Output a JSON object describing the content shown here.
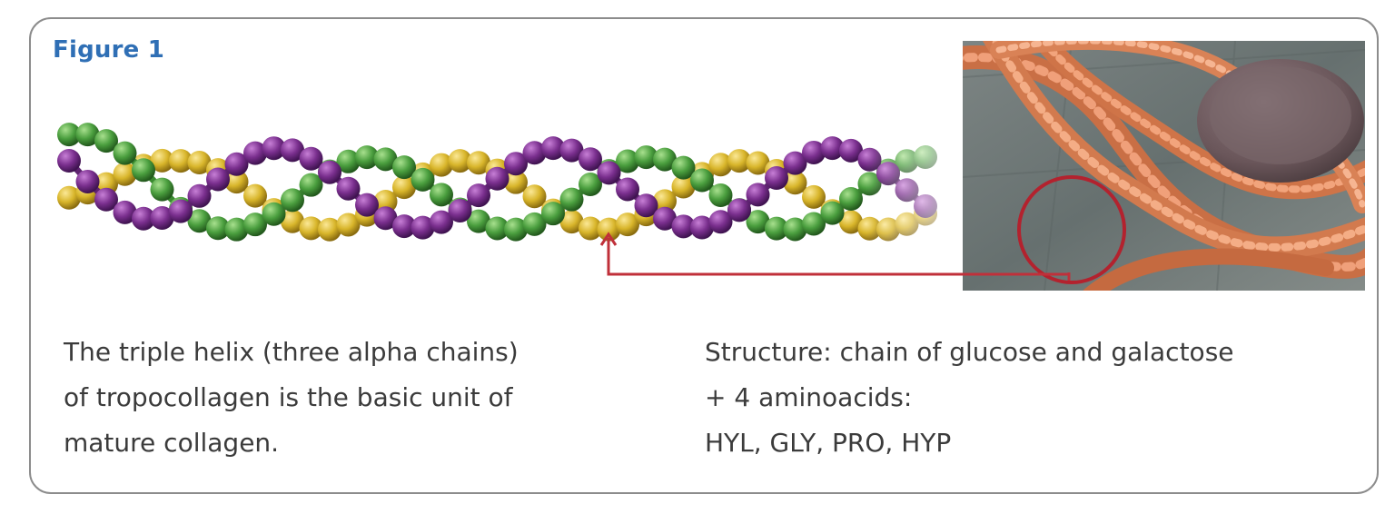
{
  "figure_label": "Figure 1",
  "caption_left": [
    "The triple helix (three alpha chains)",
    "of tropocollagen is the basic unit of",
    "mature collagen."
  ],
  "caption_right": [
    "Structure: chain of glucose and galactose",
    "+ 4 aminoacids:",
    "HYL, GLY, PRO, HYP"
  ],
  "colors": {
    "figure_label": "#2f6fb5",
    "border": "#8c8c8c",
    "arrow": "#c0303a",
    "chain_purple": "#7a2f8e",
    "chain_green": "#4a9e3e",
    "chain_yellow": "#d8b52a",
    "rope": "#e0875c",
    "bollard": "#6e5a5e",
    "stone": "#6f7776"
  },
  "icons": {
    "helix": "triple-helix-illustration",
    "photo": "rope-bollard-photo",
    "highlight": "circle-highlight",
    "arrow": "up-arrow"
  }
}
